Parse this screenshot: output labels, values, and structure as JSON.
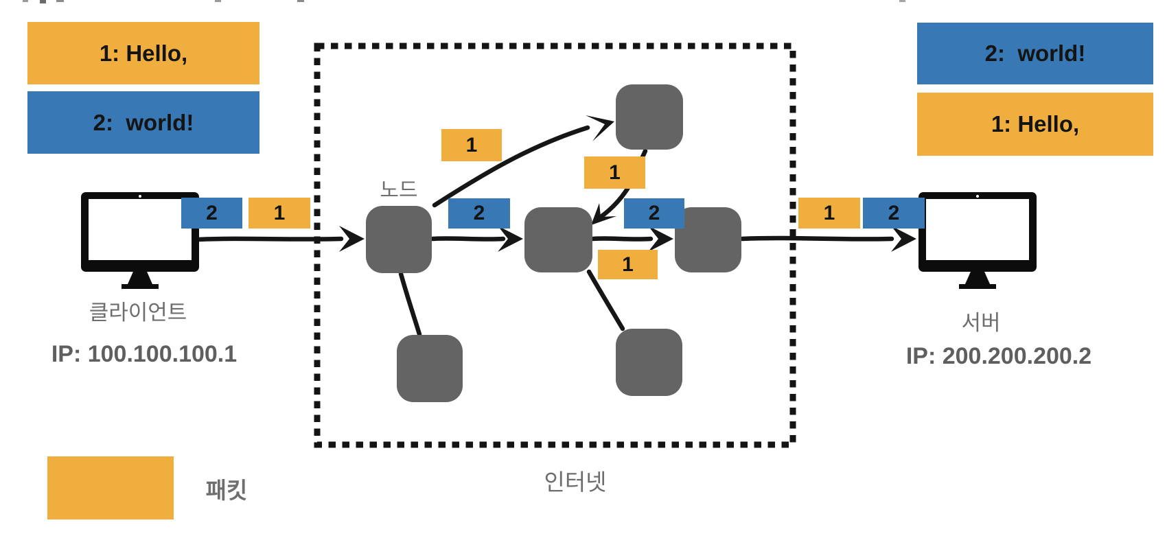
{
  "client": {
    "label": "클라이언트",
    "ip": "IP: 100.100.100.1"
  },
  "server": {
    "label": "서버",
    "ip": "IP: 200.200.200.2"
  },
  "messages": {
    "client_stack": [
      {
        "text": "1: Hello,",
        "color": "#EFAE3D"
      },
      {
        "text": "2:  world!",
        "color": "#3878B4"
      }
    ],
    "server_stack": [
      {
        "text": "2:  world!",
        "color": "#3878B4"
      },
      {
        "text": "1: Hello,",
        "color": "#EFAE3D"
      }
    ]
  },
  "internet": {
    "label": "인터넷",
    "node_label": "노드",
    "node_count": 6
  },
  "chips": [
    {
      "value": "2",
      "color": "#3878B4",
      "location": "client-out"
    },
    {
      "value": "1",
      "color": "#EFAE3D",
      "location": "client-out"
    },
    {
      "value": "1",
      "color": "#EFAE3D",
      "location": "detour-up"
    },
    {
      "value": "2",
      "color": "#3878B4",
      "location": "hop-1"
    },
    {
      "value": "1",
      "color": "#EFAE3D",
      "location": "detour-down"
    },
    {
      "value": "2",
      "color": "#3878B4",
      "location": "hop-2"
    },
    {
      "value": "1",
      "color": "#EFAE3D",
      "location": "hop-2-lagging"
    },
    {
      "value": "1",
      "color": "#EFAE3D",
      "location": "server-in"
    },
    {
      "value": "2",
      "color": "#3878B4",
      "location": "server-in"
    }
  ],
  "legend": {
    "label": "패킷",
    "swatch_color": "#EFAE3D"
  },
  "colors": {
    "packet_orange": "#EFAE3D",
    "packet_blue": "#3878B4",
    "node_gray": "#646464",
    "label_gray": "#6E6E6E",
    "arrow_black": "#161616"
  }
}
